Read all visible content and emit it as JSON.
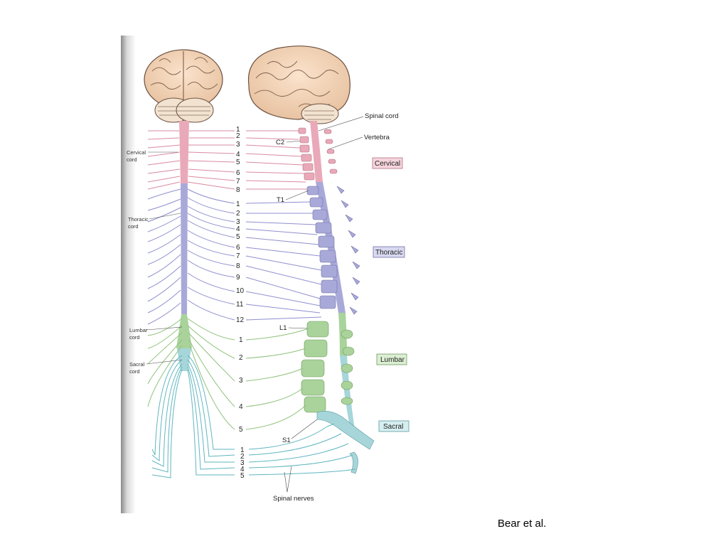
{
  "figure": {
    "cord_labels": {
      "spinal_cord": "Spinal cord",
      "vertebra": "Vertebra",
      "spinal_nerves": "Spinal nerves"
    },
    "side_labels": {
      "cervical_1": "Cervical",
      "cervical_2": "cord",
      "thoracic_1": "Thoracic",
      "thoracic_2": "cord",
      "lumbar_1": "Lumbar",
      "lumbar_2": "cord",
      "sacral_1": "Sacral",
      "sacral_2": "cord"
    },
    "vertebra_markers": {
      "c2": "C2",
      "t1": "T1",
      "l1": "L1",
      "s1": "S1"
    },
    "regions": {
      "cervical": "Cervical",
      "thoracic": "Thoracic",
      "lumbar": "Lumbar",
      "sacral": "Sacral"
    },
    "colors": {
      "cervical": "#e9a9b9",
      "thoracic": "#a9a9d9",
      "lumbar": "#a9d39a",
      "sacral": "#a6d6d9",
      "cervical_nerve": "#d98aa0",
      "thoracic_nerve": "#8f8fcf",
      "lumbar_nerve": "#8fc27c",
      "sacral_nerve": "#5fb6bf"
    },
    "nerve_numbers": {
      "cervical": [
        "1",
        "2",
        "3",
        "4",
        "5",
        "6",
        "7",
        "8"
      ],
      "thoracic": [
        "1",
        "2",
        "3",
        "4",
        "5",
        "6",
        "7",
        "8",
        "9",
        "10",
        "11",
        "12"
      ],
      "lumbar": [
        "1",
        "2",
        "3",
        "4",
        "5"
      ],
      "sacral": [
        "1",
        "2",
        "3",
        "4",
        "5"
      ]
    }
  },
  "credit": "Bear et al."
}
